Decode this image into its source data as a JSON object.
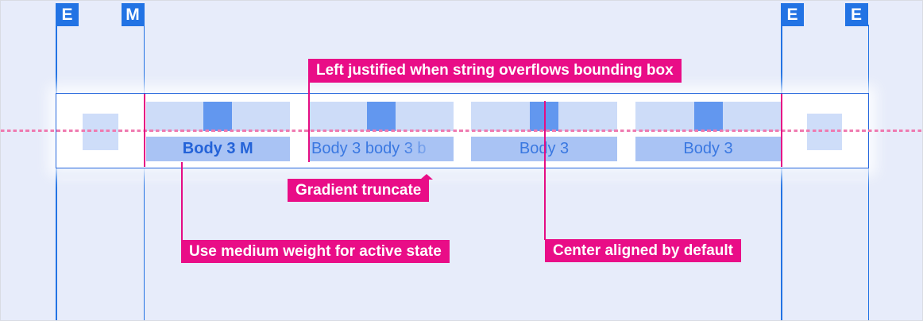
{
  "spec": {
    "markers": [
      {
        "label": "E"
      },
      {
        "label": "M"
      },
      {
        "label": "E"
      },
      {
        "label": "E"
      }
    ],
    "tab_bar": {
      "tabs": [
        {
          "label": "Body 3 M",
          "state": "active",
          "weight": "medium"
        },
        {
          "label": "Body 3 body 3 b",
          "truncation": "gradient",
          "justify": "left"
        },
        {
          "label": "Body 3",
          "alignment": "center"
        },
        {
          "label": "Body 3",
          "alignment": "center"
        }
      ]
    },
    "annotations": [
      {
        "text": "Left justified when string overflows bounding box"
      },
      {
        "text": "Gradient truncate"
      },
      {
        "text": "Use medium weight for active state"
      },
      {
        "text": "Center aligned by default"
      }
    ],
    "colors": {
      "background": "#E7ECFA",
      "annotation_pink": "#E90D87",
      "dashed_baseline_pink": "#EF7AB0",
      "guide_line_blue": "#2273E4",
      "marker_square_blue": "#2273E4",
      "bar_border_blue": "#2667DD",
      "strip_light_blue": "#CDDCF8",
      "strip_medium_blue": "#A9C3F4",
      "padding_indicator_blue": "#6297EF",
      "tab_text_blue": "#3A78E1",
      "active_tab_text_blue": "#2463D8"
    }
  }
}
